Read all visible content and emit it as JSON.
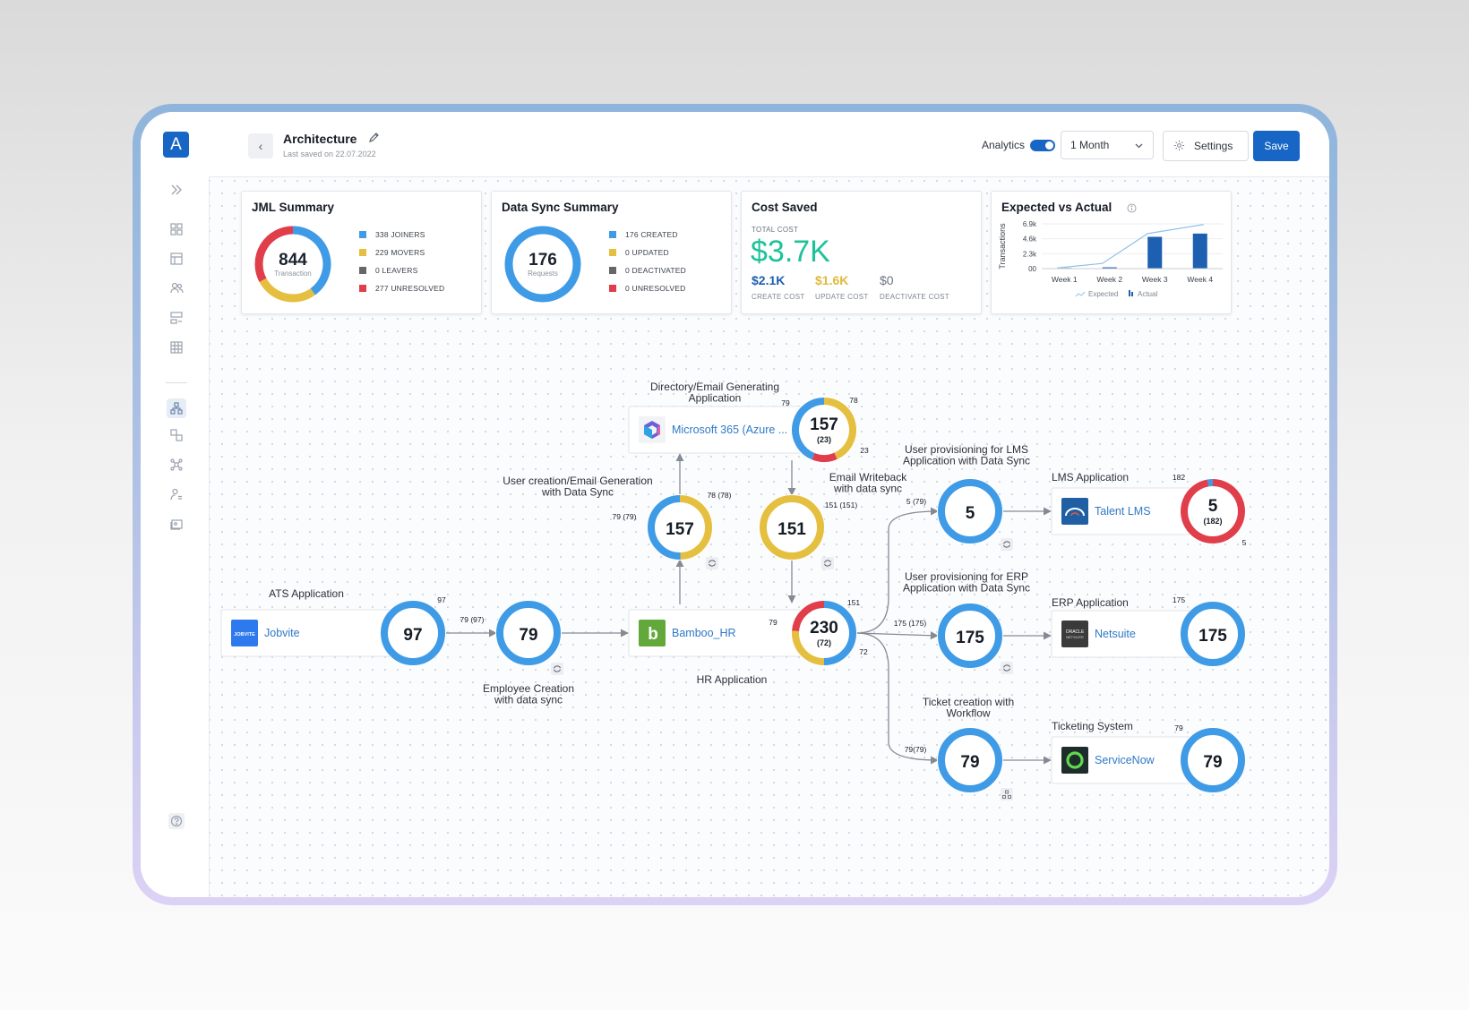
{
  "header": {
    "title": "Architecture",
    "last_saved": "Last saved on 22.07.2022",
    "analytics_label": "Analytics",
    "period": "1 Month",
    "settings_label": "Settings",
    "save_label": "Save"
  },
  "sidebar": {
    "logo": "A",
    "icons": [
      "expand-icon",
      "grid-icon",
      "layout-icon",
      "users-icon",
      "workflow-icon",
      "table-icon",
      "architecture-icon",
      "connections-icon",
      "nodes-icon",
      "user-settings-icon",
      "id-card-icon",
      "help-icon"
    ]
  },
  "colors": {
    "blue": "#3f9be6",
    "yellow": "#e5bf40",
    "red": "#e03e4a",
    "gray": "#676767",
    "accent": "#1766c5",
    "green": "#1ec299"
  },
  "cards": {
    "jml": {
      "title": "JML Summary",
      "center_value": "844",
      "center_label": "Transaction",
      "legend": [
        {
          "label": "338 JOINERS",
          "value": 338,
          "color": "#3f9be6"
        },
        {
          "label": "229 MOVERS",
          "value": 229,
          "color": "#e5bf40"
        },
        {
          "label": "0 LEAVERS",
          "value": 0,
          "color": "#676767"
        },
        {
          "label": "277 UNRESOLVED",
          "value": 277,
          "color": "#e03e4a"
        }
      ]
    },
    "sync": {
      "title": "Data Sync Summary",
      "center_value": "176",
      "center_label": "Requests",
      "legend": [
        {
          "label": "176 CREATED",
          "value": 176,
          "color": "#3f9be6"
        },
        {
          "label": "0 UPDATED",
          "value": 0,
          "color": "#e5bf40"
        },
        {
          "label": "0 DEACTIVATED",
          "value": 0,
          "color": "#676767"
        },
        {
          "label": "0 UNRESOLVED",
          "value": 0,
          "color": "#e03e4a"
        }
      ]
    },
    "cost": {
      "title": "Cost Saved",
      "total_label": "TOTAL COST",
      "total_value": "$3.7K",
      "items": [
        {
          "value": "$2.1K",
          "label": "CREATE COST",
          "color": "#1d5fb0"
        },
        {
          "value": "$1.6K",
          "label": "UPDATE COST",
          "color": "#e0b93a"
        },
        {
          "value": "$0",
          "label": "DEACTIVATE COST",
          "color": "#6b7380"
        }
      ]
    },
    "expected": {
      "title": "Expected vs Actual"
    }
  },
  "chart_data": {
    "type": "bar",
    "title": "Expected vs Actual",
    "ylabel": "Transactions",
    "ytick_labels": [
      "6.9k",
      "4.6k",
      "2.3k",
      "00"
    ],
    "ylim": [
      0,
      6.9
    ],
    "categories": [
      "Week 1",
      "Week 2",
      "Week 3",
      "Week 4"
    ],
    "series": [
      {
        "name": "Expected",
        "kind": "line",
        "values": [
          0.1,
          0.8,
          5.4,
          6.8
        ]
      },
      {
        "name": "Actual",
        "kind": "bar",
        "values": [
          0.1,
          0.2,
          4.9,
          5.4
        ]
      }
    ],
    "legend_position": "bottom"
  },
  "diagram": {
    "apps": [
      {
        "id": "jobvite",
        "name": "Jobvite",
        "logo_text": "JOBVITE",
        "category": "ATS Application"
      },
      {
        "id": "bamboo",
        "name": "Bamboo_HR",
        "logo_text": "b",
        "category": "HR Application"
      },
      {
        "id": "m365",
        "name": "Microsoft 365 (Azure ...",
        "logo_text": "",
        "category": "Directory/Email Generating Application"
      },
      {
        "id": "talent",
        "name": "Talent LMS",
        "logo_text": "",
        "category": "LMS Application"
      },
      {
        "id": "netsuite",
        "name": "Netsuite",
        "logo_text": "ORACLE NETSUITE",
        "category": "ERP Application"
      },
      {
        "id": "servicenow",
        "name": "ServiceNow",
        "logo_text": "",
        "category": "Ticketing System"
      }
    ],
    "nodes": {
      "jobvite": {
        "value": "97",
        "ann": [
          "97"
        ]
      },
      "emp": {
        "value": "79",
        "ann": [
          "79 (97)"
        ],
        "caption": "Employee Creation with data sync"
      },
      "bamboo": {
        "value": "230",
        "sub": "(72)",
        "ann": [
          "151",
          "79",
          "72"
        ]
      },
      "m365": {
        "value": "157",
        "sub": "(23)",
        "ann": [
          "78",
          "79",
          "23"
        ]
      },
      "uc": {
        "value": "157",
        "ann": [
          "78 (78)",
          "79 (79)"
        ],
        "caption": "User creation/Email Generation with Data Sync"
      },
      "ew": {
        "value": "151",
        "ann": [
          "151 (151)"
        ],
        "caption": "Email Writeback with data sync"
      },
      "lms": {
        "value": "5",
        "ann": [
          "5 (79)"
        ],
        "caption": "User provisioning for LMS Application with Data Sync"
      },
      "talent": {
        "value": "5",
        "sub": "(182)",
        "ann": [
          "182",
          "5"
        ]
      },
      "erp": {
        "value": "175",
        "ann": [
          "175 (175)"
        ],
        "caption": "User provisioning for ERP Application with Data Sync"
      },
      "netsuite": {
        "value": "175",
        "ann": [
          "175"
        ]
      },
      "ticket": {
        "value": "79",
        "ann": [
          "79(79)"
        ],
        "caption": "Ticket creation with Workflow"
      },
      "servicenow": {
        "value": "79",
        "ann": [
          "79"
        ]
      }
    }
  }
}
